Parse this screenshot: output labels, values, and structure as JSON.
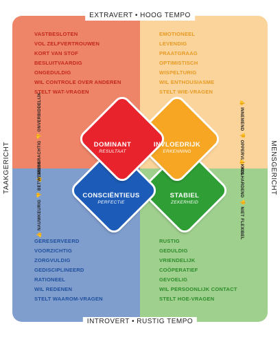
{
  "captions": {
    "top": "EXTRAVERT • HOOG TEMPO",
    "bottom": "INTROVERT • RUSTIG TEMPO",
    "left": "TAAKGERICHT",
    "right": "MENSGERICHT"
  },
  "quadrants": {
    "top_left": {
      "color": "#ee8468",
      "text_color": "#c3281a",
      "traits": [
        "VASTBESLOTEN",
        "VOL ZELFVERTROUWEN",
        "KORT VAN STOF",
        "BESLUITVAARDIG",
        "ONGEDULDIG",
        "WIL CONTROLE OVER ANDEREN",
        "STELT WAT-VRAGEN"
      ],
      "notes": [
        "WILSKRACHTIG",
        "ONVERBIDDELIJK"
      ]
    },
    "top_right": {
      "color": "#fbd49b",
      "text_color": "#e79a22",
      "traits": [
        "EMOTIONEEL",
        "LEVENDIG",
        "PRAATGRAAG",
        "OPTIMISTISCH",
        "WISPELTURIG",
        "WIL ENTHOUSIASME",
        "STELT WIE-VRAGEN"
      ],
      "notes": [
        "INNEMEND",
        "OPPERVLAKKIG"
      ]
    },
    "bottom_left": {
      "color": "#7f9ece",
      "text_color": "#1f4f9c",
      "traits": [
        "GERESERVEERD",
        "VOORZICHTIG",
        "ZORGVULDIG",
        "GEDISCIPLINEERD",
        "RATIONEEL",
        "WIL REDENEN",
        "STELT WAAROM-VRAGEN"
      ],
      "notes": [
        "NAUWKEURIG",
        "BETWETERIG"
      ]
    },
    "bottom_right": {
      "color": "#9fd08e",
      "text_color": "#2d8c2a",
      "traits": [
        "RUSTIG",
        "GEDULDIG",
        "VRIENDELIJK",
        "COÖPERATIEF",
        "GEVOELIG",
        "WIL PERSOONLIJK CONTACT",
        "STELT HOE-VRAGEN"
      ],
      "notes": [
        "VOLHARDEND",
        "NIET FLEXIBEL"
      ]
    }
  },
  "tiles": {
    "dominant": {
      "title": "DOMINANT",
      "subtitle": "RESULTAAT",
      "color": "#e8232b"
    },
    "invloedrijk": {
      "title": "INVLOEDRIJK",
      "subtitle": "ERKENNING",
      "color": "#f6a623"
    },
    "conscientieus": {
      "title": "CONSCIËNTIEUS",
      "subtitle": "PERFECTIE",
      "color": "#1c5cb8"
    },
    "stabiel": {
      "title": "STABIEL",
      "subtitle": "ZEKERHEID",
      "color": "#2f9e35"
    }
  }
}
